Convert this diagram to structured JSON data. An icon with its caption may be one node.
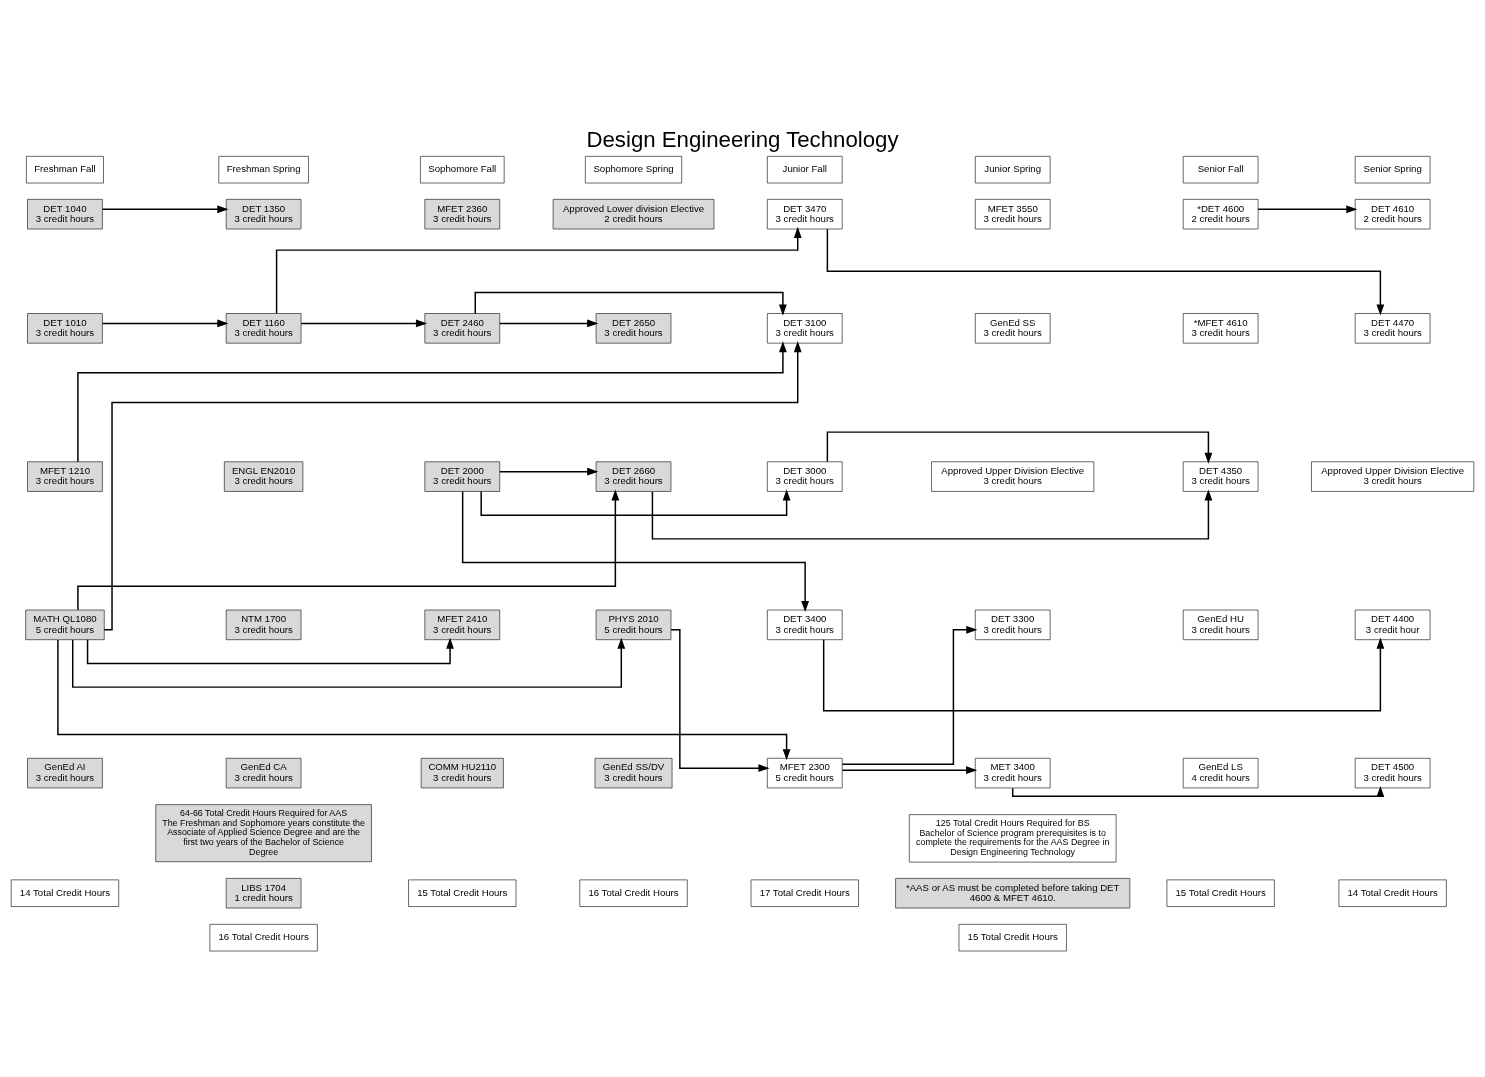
{
  "diagram": {
    "title": "Design Engineering Technology",
    "nodes": [
      {
        "text": [
          "Freshman Fall"
        ]
      },
      {
        "text": [
          "Freshman Spring"
        ]
      },
      {
        "text": [
          "Sophomore Fall"
        ]
      },
      {
        "text": [
          "Sophomore Spring"
        ]
      },
      {
        "text": [
          "Junior Fall"
        ]
      },
      {
        "text": [
          "Junior Spring"
        ]
      },
      {
        "text": [
          "Senior Fall"
        ]
      },
      {
        "text": [
          "Senior Spring"
        ]
      },
      {
        "text": [
          "DET 1040",
          "3 credit hours"
        ]
      },
      {
        "text": [
          "DET 1350",
          "3 credit hours"
        ]
      },
      {
        "text": [
          "MFET 2360",
          "3 credit hours"
        ]
      },
      {
        "text": [
          "Approved Lower division Elective",
          "2 credit hours"
        ]
      },
      {
        "text": [
          "DET 3470",
          "3 credit hours"
        ]
      },
      {
        "text": [
          "MFET 3550",
          "3 credit hours"
        ]
      },
      {
        "text": [
          "*DET 4600",
          "2 credit hours"
        ]
      },
      {
        "text": [
          "DET 4610",
          "2 credit hours"
        ]
      },
      {
        "text": [
          "DET 1010",
          "3 credit hours"
        ]
      },
      {
        "text": [
          "DET 1160",
          "3 credit hours"
        ]
      },
      {
        "text": [
          "DET 2460",
          "3 credit hours"
        ]
      },
      {
        "text": [
          "DET 2650",
          "3 credit hours"
        ]
      },
      {
        "text": [
          "DET 3100",
          "3 credit hours"
        ]
      },
      {
        "text": [
          "GenEd SS",
          "3 credit hours"
        ]
      },
      {
        "text": [
          "*MFET 4610",
          "3 credit hours"
        ]
      },
      {
        "text": [
          "DET 4470",
          "3 credit hours"
        ]
      },
      {
        "text": [
          "MFET 1210",
          "3 credit hours"
        ]
      },
      {
        "text": [
          "ENGL EN2010",
          "3 credit hours"
        ]
      },
      {
        "text": [
          "DET 2000",
          "3 credit hours"
        ]
      },
      {
        "text": [
          "DET 2660",
          "3 credit hours"
        ]
      },
      {
        "text": [
          "DET 3000",
          "3 credit hours"
        ]
      },
      {
        "text": [
          "Approved Upper Division Elective",
          "3 credit hours"
        ]
      },
      {
        "text": [
          "DET 4350",
          "3 credit hours"
        ]
      },
      {
        "text": [
          "Approved Upper Division Elective",
          "3 credit hours"
        ]
      },
      {
        "text": [
          "MATH QL1080",
          "5 credit hours"
        ]
      },
      {
        "text": [
          "NTM 1700",
          "3 credit hours"
        ]
      },
      {
        "text": [
          "MFET 2410",
          "3 credit hours"
        ]
      },
      {
        "text": [
          "PHYS 2010",
          "5 credit hours"
        ]
      },
      {
        "text": [
          "DET 3400",
          "3 credit hours"
        ]
      },
      {
        "text": [
          "DET 3300",
          "3 credit hours"
        ]
      },
      {
        "text": [
          "GenEd HU",
          "3 credit hours"
        ]
      },
      {
        "text": [
          "DET 4400",
          "3 credit hour"
        ]
      },
      {
        "text": [
          "GenEd AI",
          "3 credit hours"
        ]
      },
      {
        "text": [
          "GenEd CA",
          "3 credit hours"
        ]
      },
      {
        "text": [
          "COMM HU2110",
          "3 credit hours"
        ]
      },
      {
        "text": [
          "GenEd SS/DV",
          "3 credit hours"
        ]
      },
      {
        "text": [
          "MFET 2300",
          "5 credit hours"
        ]
      },
      {
        "text": [
          "MET 3400",
          "3 credit hours"
        ]
      },
      {
        "text": [
          "GenEd LS",
          "4 credit hours"
        ]
      },
      {
        "text": [
          "DET 4500",
          "3 credit hours"
        ]
      },
      {
        "text": [
          "LIBS 1704",
          "1 credit hours"
        ]
      },
      {
        "text": [
          "*AAS or AS must be completed before taking DET 4600 & MFET 4610."
        ]
      },
      {
        "text": [
          "14 Total Credit Hours"
        ]
      },
      {
        "text": [
          "16 Total Credit Hours"
        ]
      },
      {
        "text": [
          "15 Total Credit Hours"
        ]
      },
      {
        "text": [
          "16 Total Credit Hours"
        ]
      },
      {
        "text": [
          "17 Total Credit Hours"
        ]
      },
      {
        "text": [
          "15 Total Credit Hours"
        ]
      },
      {
        "text": [
          "15 Total Credit Hours"
        ]
      },
      {
        "text": [
          "14 Total Credit Hours"
        ]
      },
      {
        "text": [
          "64-66 Total Credit Hours Required for AAS",
          "The Freshman and Sophomore years constitute the Associate of Applied Science Degree and are the first two years of the Bachelor of Science Degree"
        ]
      },
      {
        "text": [
          "125 Total Credit Hours Required for BS",
          "Bachelor of Science program prerequisites is to complete the requirements for the AAS Degree in Design Engineering Technology"
        ]
      }
    ],
    "edges": [
      {
        "from": 8,
        "to": 9,
        "arrow": "to"
      },
      {
        "from": 17,
        "to": 12,
        "arrow": "to"
      },
      {
        "from": 12,
        "to": 23,
        "arrow": "to"
      },
      {
        "from": 14,
        "to": 15,
        "arrow": "to"
      },
      {
        "from": 16,
        "to": 17,
        "arrow": "to"
      },
      {
        "from": 17,
        "to": 18,
        "arrow": "to"
      },
      {
        "from": 18,
        "to": 19,
        "arrow": "to"
      },
      {
        "from": 18,
        "to": 20,
        "arrow": "to"
      },
      {
        "from": 24,
        "to": 20,
        "arrow": "to"
      },
      {
        "from": 32,
        "to": 20,
        "arrow": "to"
      },
      {
        "from": 26,
        "to": 27,
        "arrow": "to"
      },
      {
        "from": 32,
        "to": 27,
        "arrow": "to"
      },
      {
        "from": 27,
        "to": 30,
        "arrow": "to"
      },
      {
        "from": 26,
        "to": 28,
        "arrow": "to"
      },
      {
        "from": 26,
        "to": 36,
        "arrow": "to"
      },
      {
        "from": 28,
        "to": 30,
        "arrow": "to"
      },
      {
        "from": 32,
        "to": 35,
        "arrow": "to"
      },
      {
        "from": 32,
        "to": 34,
        "arrow": "to"
      },
      {
        "from": 36,
        "to": 39,
        "arrow": "to"
      },
      {
        "from": 35,
        "to": 44,
        "arrow": "to"
      },
      {
        "from": 32,
        "to": 44,
        "arrow": "to"
      },
      {
        "from": 44,
        "to": 37,
        "arrow": "to"
      },
      {
        "from": 44,
        "to": 45,
        "arrow": "to"
      },
      {
        "from": 45,
        "to": 47,
        "arrow": "to"
      }
    ]
  }
}
